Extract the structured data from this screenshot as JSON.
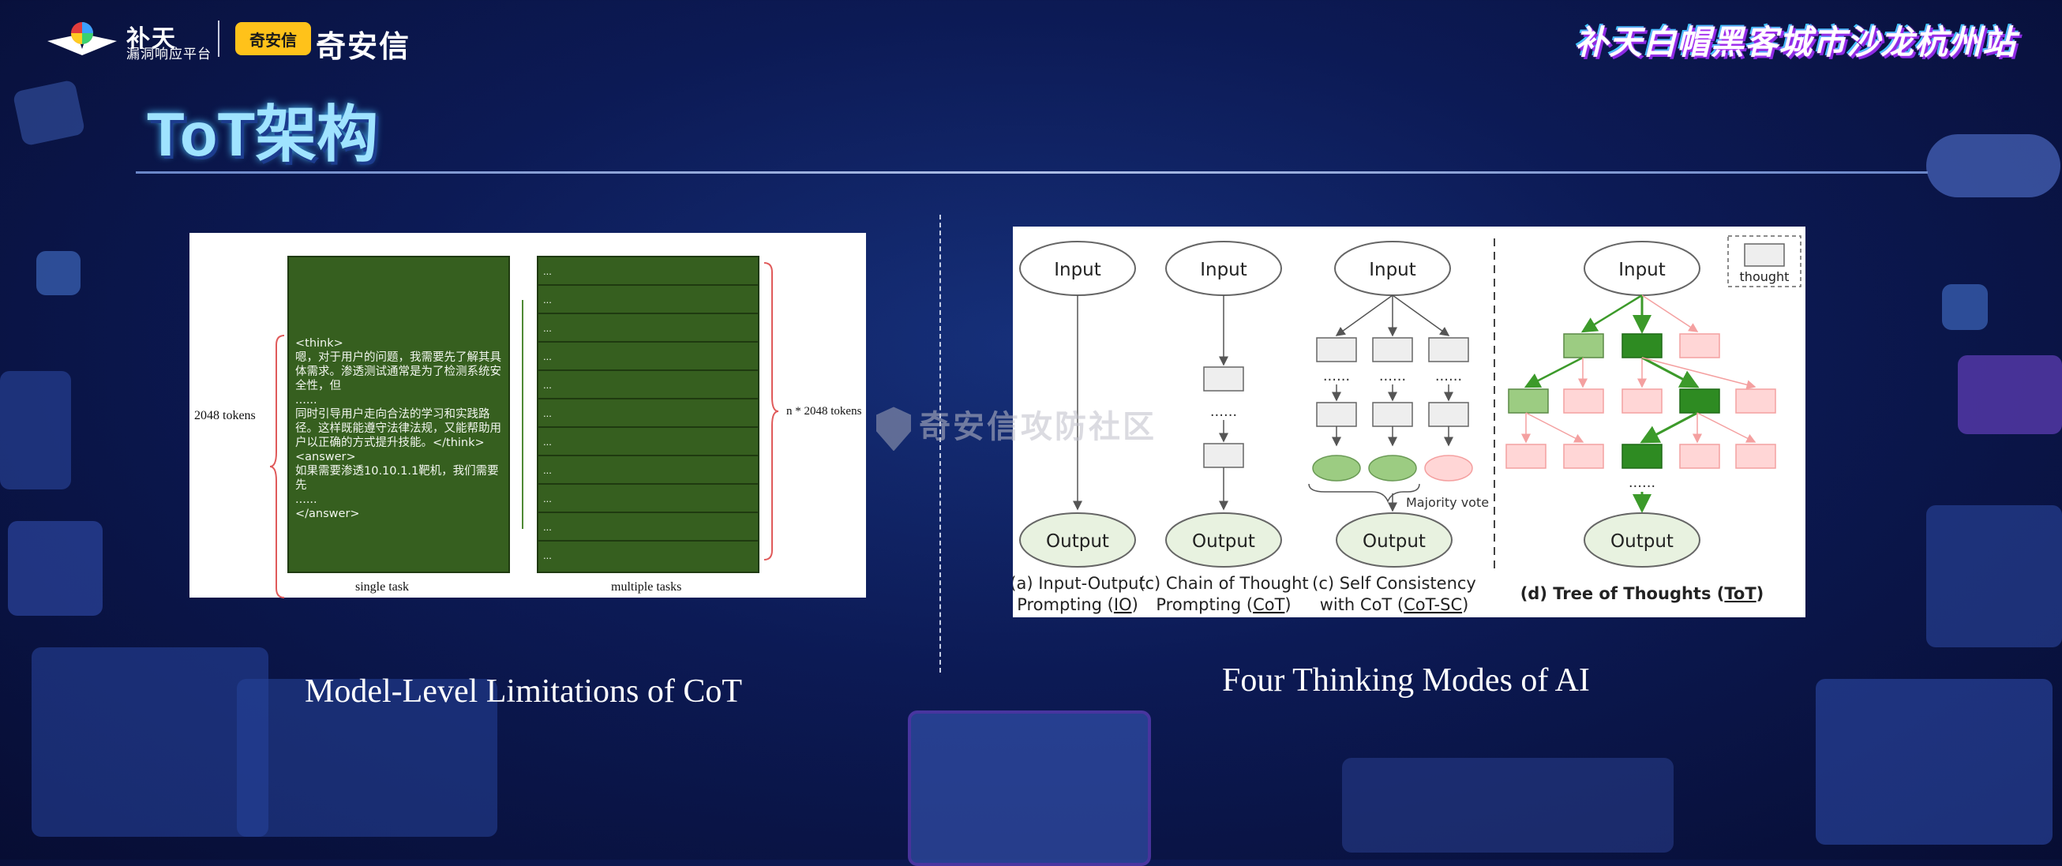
{
  "header": {
    "logo_left_line1": "补天",
    "logo_left_line2": "漏洞响应平台",
    "logo_qax_badge": "奇安信",
    "logo_qax_text": "奇安信",
    "event_title": "补天白帽黑客城市沙龙杭州站"
  },
  "page": {
    "title": "ToT架构"
  },
  "left_panel": {
    "caption": "Model-Level Limitations of CoT",
    "figure": {
      "single_label": "single task",
      "multiple_label": "multiple tasks",
      "left_brace_label": "2048 tokens",
      "right_brace_label": "n * 2048 tokens",
      "think_lines": [
        "<think>",
        "嗯，对于用户的问题，我需要先了解其具体需求。渗透测试通常是为了检测系统安全性，但",
        "......",
        "同时引导用户走向合法的学习和实践路径。这样既能遵守法律法规，又能帮助用户以正确的方式提升技能。</think>",
        "<answer>",
        "如果需要渗透10.10.1.1靶机，我们需要先",
        "......",
        "</answer>"
      ],
      "row_text": "...",
      "row_count": 11
    }
  },
  "right_panel": {
    "caption": "Four Thinking Modes of AI",
    "figure": {
      "input_label": "Input",
      "output_label": "Output",
      "dots": "......",
      "majority_vote": "Majority vote",
      "legend_thought": "thought",
      "captions": {
        "io_line1": "(a) Input-Output",
        "io_line2_prefix": "Prompting (",
        "io_abbr": "IO",
        "cot_line1": "(c) Chain of Thought",
        "cot_line2_prefix": "Prompting (",
        "cot_abbr": "CoT",
        "sc_line1": "(c) Self Consistency",
        "sc_line2_prefix": "with CoT (",
        "sc_abbr": "CoT-SC",
        "tot_prefix": "(d) Tree of Thoughts (",
        "tot_abbr": "ToT",
        "close_paren": ")"
      }
    }
  },
  "watermark": "奇安信攻防社区",
  "colors": {
    "green_block": "#365f1f",
    "thought_green": "#9ccc82",
    "thought_dark_green": "#2e8b22",
    "thought_pink": "#ffd6d6",
    "edge_green": "#3c9a2a",
    "edge_pink": "#f4a0a0",
    "node_fill": "#e8f2e0"
  }
}
